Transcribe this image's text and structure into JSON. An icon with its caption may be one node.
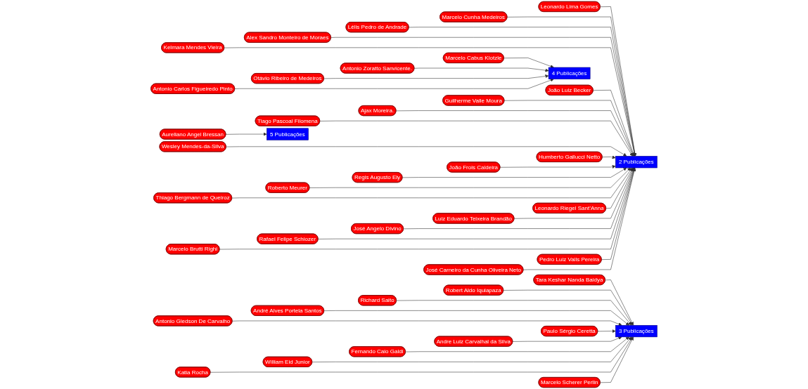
{
  "diagram": {
    "nodes": [
      {
        "text": [
          "2 Publicações"
        ]
      },
      {
        "text": [
          "Leonardo Lima Gomes"
        ]
      },
      {
        "text": [
          "Marcelo Cunha Medeiros"
        ]
      },
      {
        "text": [
          "Lélis Pedro de Andrade"
        ]
      },
      {
        "text": [
          "Alex Sandro Monteiro de Moraes"
        ]
      },
      {
        "text": [
          "Kelmara Mendes Vieira"
        ]
      },
      {
        "text": [
          "João Luiz Becker"
        ]
      },
      {
        "text": [
          "Guilherme Valle Moura"
        ]
      },
      {
        "text": [
          "Ajax Moreira."
        ]
      },
      {
        "text": [
          "Tiago Pascoal Filomena"
        ]
      },
      {
        "text": [
          "Wesley Mendes-da-Silva"
        ]
      },
      {
        "text": [
          "Humberto Gallucci Netto"
        ]
      },
      {
        "text": [
          "João Frois Caldeira"
        ]
      },
      {
        "text": [
          "Regis Augusto Ely"
        ]
      },
      {
        "text": [
          "Roberto Meurer"
        ]
      },
      {
        "text": [
          "Thiago Bergmann de Queiroz"
        ]
      },
      {
        "text": [
          "Leonardo Riegel Sant’Anna"
        ]
      },
      {
        "text": [
          "Luiz Eduardo Teixeira Brandão"
        ]
      },
      {
        "text": [
          "José Angelo Divino"
        ]
      },
      {
        "text": [
          "Rafael Felipe Schiozer"
        ]
      },
      {
        "text": [
          "Marcelo Brutti Righi"
        ]
      },
      {
        "text": [
          "Pedro Luiz Valls Pereira"
        ]
      },
      {
        "text": [
          "José Carneiro da Cunha Oliveira Neto"
        ]
      },
      {
        "text": [
          "4 Publicações"
        ]
      },
      {
        "text": [
          "Marcelo Cabus Klotzle"
        ]
      },
      {
        "text": [
          "Antonio Zoratto Sanvicente."
        ]
      },
      {
        "text": [
          "Otávio Ribeiro de Medeiros"
        ]
      },
      {
        "text": [
          "Antonio Carlos Figueiredo Pinto"
        ]
      },
      {
        "text": [
          "5 Publicações"
        ]
      },
      {
        "text": [
          "Aureliano Angel Bressan"
        ]
      },
      {
        "text": [
          "3 Publicações"
        ]
      },
      {
        "text": [
          "Tara Keshar Nanda Baidya"
        ]
      },
      {
        "text": [
          "Robert Aldo Iquiapaza"
        ]
      },
      {
        "text": [
          "Richard Saito"
        ]
      },
      {
        "text": [
          "André Alves Portela Santos"
        ]
      },
      {
        "text": [
          "Antonio Gledson De Carvalho"
        ]
      },
      {
        "text": [
          "Paulo Sérgio Ceretta"
        ]
      },
      {
        "text": [
          "Andre Luiz Carvalhal da Silva"
        ]
      },
      {
        "text": [
          "Fernando Caio Galdi"
        ]
      },
      {
        "text": [
          "William Eid Junior"
        ]
      },
      {
        "text": [
          "Katia Rocha"
        ]
      },
      {
        "text": [
          "Marcelo Scherer Perlin"
        ]
      }
    ],
    "edges": [
      {
        "from": 1,
        "to": 0,
        "arrow": "to"
      },
      {
        "from": 2,
        "to": 0,
        "arrow": "to"
      },
      {
        "from": 3,
        "to": 0,
        "arrow": "to"
      },
      {
        "from": 4,
        "to": 0,
        "arrow": "to"
      },
      {
        "from": 5,
        "to": 0,
        "arrow": "to"
      },
      {
        "from": 6,
        "to": 0,
        "arrow": "to"
      },
      {
        "from": 7,
        "to": 0,
        "arrow": "to"
      },
      {
        "from": 8,
        "to": 0,
        "arrow": "to"
      },
      {
        "from": 9,
        "to": 0,
        "arrow": "to"
      },
      {
        "from": 10,
        "to": 0,
        "arrow": "to"
      },
      {
        "from": 11,
        "to": 0,
        "arrow": "to"
      },
      {
        "from": 12,
        "to": 0,
        "arrow": "to"
      },
      {
        "from": 13,
        "to": 0,
        "arrow": "to"
      },
      {
        "from": 14,
        "to": 0,
        "arrow": "to"
      },
      {
        "from": 15,
        "to": 0,
        "arrow": "to"
      },
      {
        "from": 16,
        "to": 0,
        "arrow": "to"
      },
      {
        "from": 17,
        "to": 0,
        "arrow": "to"
      },
      {
        "from": 18,
        "to": 0,
        "arrow": "to"
      },
      {
        "from": 19,
        "to": 0,
        "arrow": "to"
      },
      {
        "from": 20,
        "to": 0,
        "arrow": "to"
      },
      {
        "from": 21,
        "to": 0,
        "arrow": "to"
      },
      {
        "from": 22,
        "to": 0,
        "arrow": "to"
      },
      {
        "from": 24,
        "to": 23,
        "arrow": "to"
      },
      {
        "from": 25,
        "to": 23,
        "arrow": "to"
      },
      {
        "from": 26,
        "to": 23,
        "arrow": "to"
      },
      {
        "from": 27,
        "to": 23,
        "arrow": "to"
      },
      {
        "from": 29,
        "to": 28,
        "arrow": "to"
      },
      {
        "from": 31,
        "to": 30,
        "arrow": "to"
      },
      {
        "from": 32,
        "to": 30,
        "arrow": "to"
      },
      {
        "from": 33,
        "to": 30,
        "arrow": "to"
      },
      {
        "from": 34,
        "to": 30,
        "arrow": "to"
      },
      {
        "from": 35,
        "to": 30,
        "arrow": "to"
      },
      {
        "from": 36,
        "to": 30,
        "arrow": "to"
      },
      {
        "from": 37,
        "to": 30,
        "arrow": "to"
      },
      {
        "from": 38,
        "to": 30,
        "arrow": "to"
      },
      {
        "from": 39,
        "to": 30,
        "arrow": "to"
      },
      {
        "from": 40,
        "to": 30,
        "arrow": "to"
      },
      {
        "from": 41,
        "to": 30,
        "arrow": "to"
      }
    ]
  }
}
